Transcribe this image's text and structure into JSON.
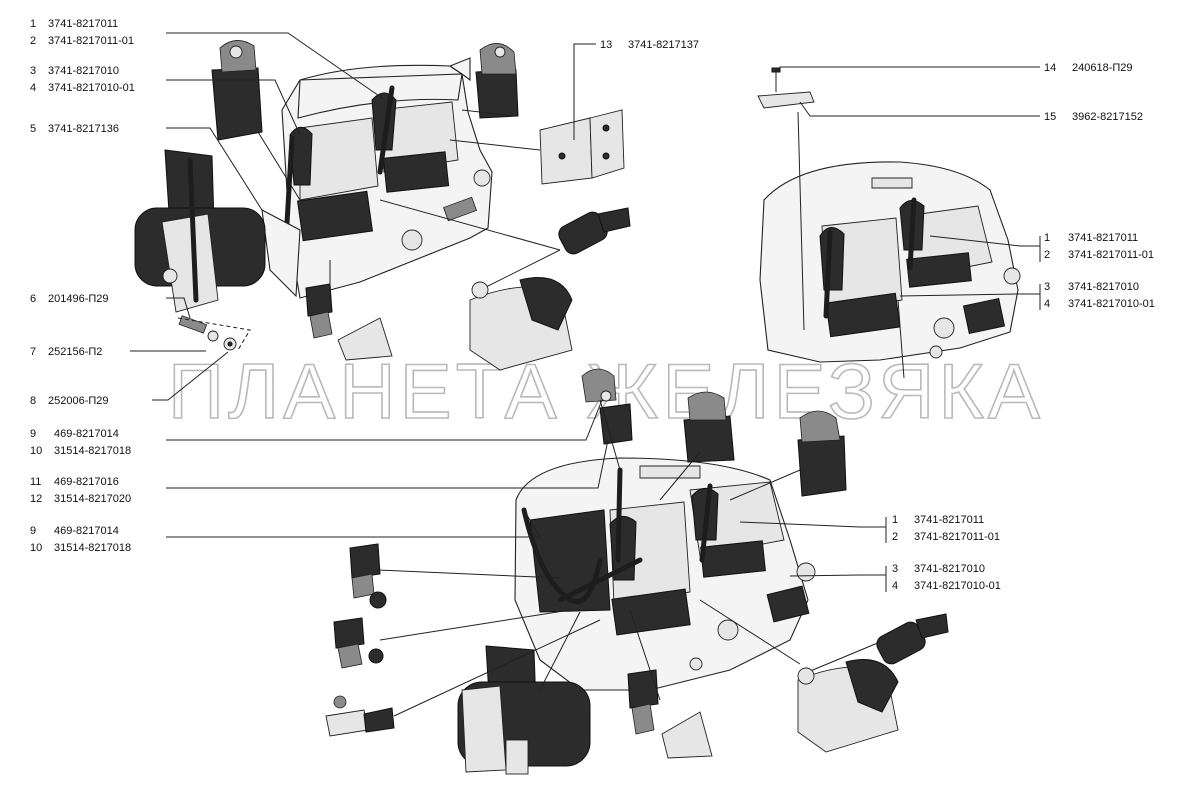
{
  "watermark": "ПЛАНЕТА ЖЕЛЕЗЯКА",
  "callouts": [
    {
      "id": "c1",
      "num": "1",
      "code": "3741-8217011"
    },
    {
      "id": "c2",
      "num": "2",
      "code": "3741-8217011-01"
    },
    {
      "id": "c3",
      "num": "3",
      "code": "3741-8217010"
    },
    {
      "id": "c4",
      "num": "4",
      "code": "3741-8217010-01"
    },
    {
      "id": "c5",
      "num": "5",
      "code": "3741-8217136"
    },
    {
      "id": "c6",
      "num": "6",
      "code": "201496-П29"
    },
    {
      "id": "c7",
      "num": "7",
      "code": "252156-П2"
    },
    {
      "id": "c8",
      "num": "8",
      "code": "252006-П29"
    },
    {
      "id": "c9",
      "num": "9",
      "code": "469-8217014"
    },
    {
      "id": "c10",
      "num": "10",
      "code": "31514-8217018"
    },
    {
      "id": "c11",
      "num": "11",
      "code": "469-8217016"
    },
    {
      "id": "c12",
      "num": "12",
      "code": "31514-8217020"
    },
    {
      "id": "c9b",
      "num": "9",
      "code": "469-8217014"
    },
    {
      "id": "c10b",
      "num": "10",
      "code": "31514-8217018"
    },
    {
      "id": "c13",
      "num": "13",
      "code": "3741-8217137"
    },
    {
      "id": "c14",
      "num": "14",
      "code": "240618-П29"
    },
    {
      "id": "c15",
      "num": "15",
      "code": "3962-8217152"
    },
    {
      "id": "c1r",
      "num": "1",
      "code": "3741-8217011"
    },
    {
      "id": "c2r",
      "num": "2",
      "code": "3741-8217011-01"
    },
    {
      "id": "c3r",
      "num": "3",
      "code": "3741-8217010"
    },
    {
      "id": "c4r",
      "num": "4",
      "code": "3741-8217010-01"
    },
    {
      "id": "c1b",
      "num": "1",
      "code": "3741-8217011"
    },
    {
      "id": "c2b",
      "num": "2",
      "code": "3741-8217011-01"
    },
    {
      "id": "c3b",
      "num": "3",
      "code": "3741-8217010"
    },
    {
      "id": "c4b",
      "num": "4",
      "code": "3741-8217010-01"
    }
  ]
}
